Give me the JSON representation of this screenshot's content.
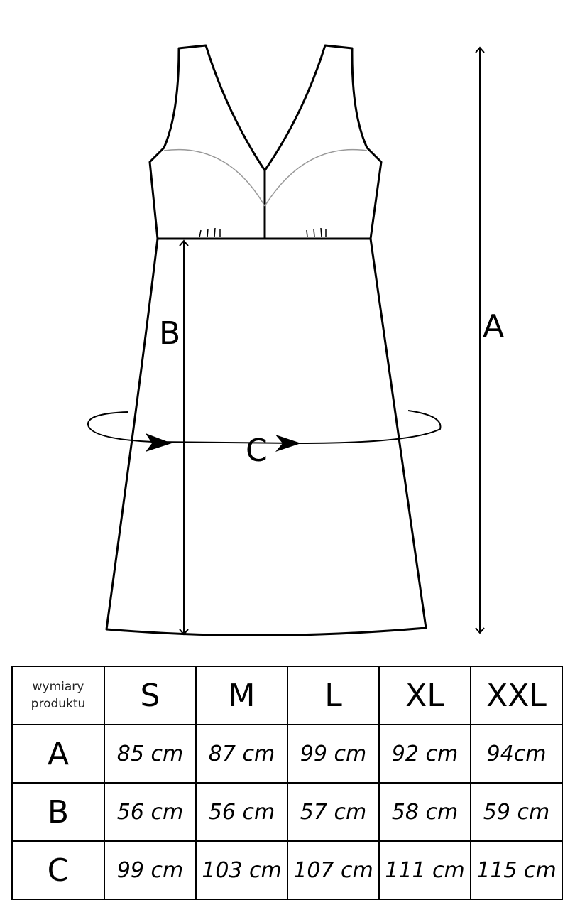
{
  "diagram": {
    "labels": {
      "a": "A",
      "b": "B",
      "c": "C"
    }
  },
  "table": {
    "caption": [
      "wymiary",
      "produktu"
    ],
    "sizes": [
      "S",
      "M",
      "L",
      "XL",
      "XXL"
    ],
    "rows": [
      {
        "label": "A",
        "values": [
          "85 cm",
          "87 cm",
          "99 cm",
          "92 cm",
          "94cm"
        ]
      },
      {
        "label": "B",
        "values": [
          "56 cm",
          "56 cm",
          "57 cm",
          "58 cm",
          "59 cm"
        ]
      },
      {
        "label": "C",
        "values": [
          "99 cm",
          "103 cm",
          "107 cm",
          "111 cm",
          "115 cm"
        ]
      }
    ]
  }
}
